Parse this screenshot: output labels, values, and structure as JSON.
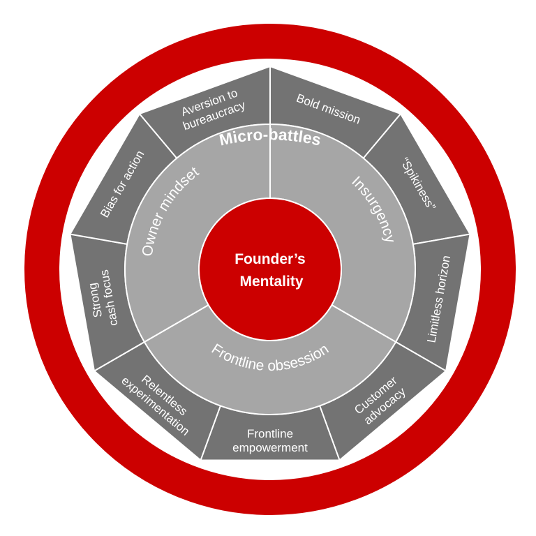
{
  "colors": {
    "red": "#CC0000",
    "dark_gray": "#737373",
    "light_gray": "#A6A6A6",
    "text": "#FFFFFF"
  },
  "outer_ring": {
    "label": "Micro-battles"
  },
  "center": {
    "lines": [
      "Founder’s",
      "Mentality"
    ]
  },
  "pillars": [
    {
      "label": "Insurgency"
    },
    {
      "label": "Frontline obsession"
    },
    {
      "label": "Owner mindset"
    }
  ],
  "micro_battles": [
    {
      "lines": [
        "Bold mission"
      ]
    },
    {
      "lines": [
        "“Spikiness”"
      ]
    },
    {
      "lines": [
        "Limitless horizon"
      ]
    },
    {
      "lines": [
        "Customer",
        "advocacy"
      ]
    },
    {
      "lines": [
        "Frontline",
        "empowerment"
      ]
    },
    {
      "lines": [
        "Relentless",
        "experimentation"
      ]
    },
    {
      "lines": [
        "Strong",
        "cash focus"
      ]
    },
    {
      "lines": [
        "Bias for action"
      ]
    },
    {
      "lines": [
        "Aversion to",
        "bureaucracy"
      ]
    }
  ]
}
